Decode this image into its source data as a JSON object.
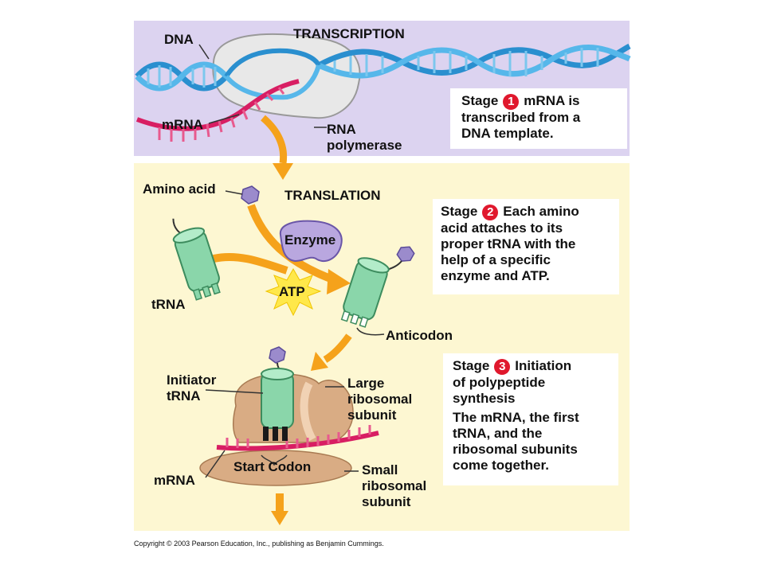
{
  "labels": {
    "dna": "DNA",
    "transcription": "TRANSCRIPTION",
    "mrna_top": "mRNA",
    "rna_polymerase_1": "RNA",
    "rna_polymerase_2": "polymerase",
    "amino_acid": "Amino acid",
    "translation": "TRANSLATION",
    "enzyme": "Enzyme",
    "atp": "ATP",
    "trna": "tRNA",
    "anticodon": "Anticodon",
    "initiator_1": "Initiator",
    "initiator_2": "tRNA",
    "large_1": "Large",
    "large_2": "ribosomal",
    "large_3": "subunit",
    "mrna_bottom": "mRNA",
    "start_codon": "Start Codon",
    "small_1": "Small",
    "small_2": "ribosomal",
    "small_3": "subunit"
  },
  "stages": [
    {
      "word": "Stage",
      "number": "1",
      "head_rest": "mRNA is",
      "lines": [
        "transcribed from a",
        "DNA template."
      ]
    },
    {
      "word": "Stage",
      "number": "2",
      "head_rest": "Each amino",
      "lines": [
        "acid attaches to its",
        "proper tRNA with the",
        "help of a specific",
        "enzyme and ATP."
      ]
    },
    {
      "word": "Stage",
      "number": "3",
      "head_rest": "Initiation",
      "head_lines": [
        "of polypeptide",
        "synthesis"
      ],
      "lines": [
        "The mRNA, the first",
        "tRNA, and the",
        "ribosomal subunits",
        "come together."
      ]
    }
  ],
  "copyright": "Copyright © 2003 Pearson Education, Inc., publishing as Benjamin Cummings.",
  "colors": {
    "transcription_bg": "#dcd3f0",
    "translation_bg": "#fdf7d2",
    "dna": "#3aa0d8",
    "mrna": "#d81e63",
    "arrow": "#f5a21b",
    "trna": "#8ad6aa",
    "enzyme": "#b9a7df",
    "amino_acid": "#9b8bcc",
    "ribosome": "#d9ac84",
    "atp": "#ffe84a",
    "stage_number": "#e0182d"
  }
}
